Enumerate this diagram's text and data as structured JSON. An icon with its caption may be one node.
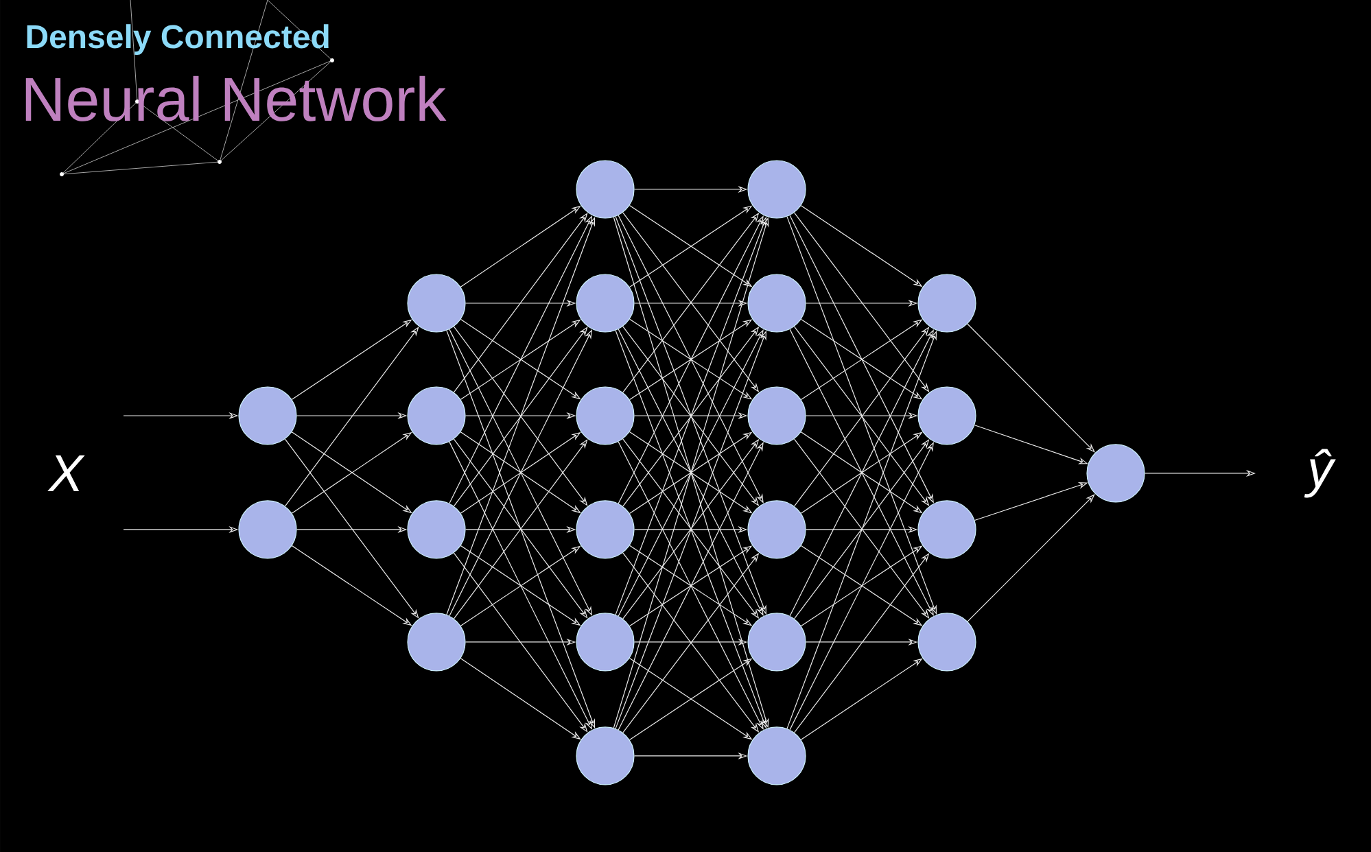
{
  "diagram": {
    "title": "Densely Connected",
    "nodes": [
      {
        "text": [],
        "shape": "circle"
      },
      {
        "text": [],
        "shape": "circle"
      },
      {
        "text": [],
        "shape": "circle"
      },
      {
        "text": [],
        "shape": "circle"
      },
      {
        "text": [],
        "shape": "circle"
      },
      {
        "text": [],
        "shape": "circle"
      },
      {
        "text": [],
        "shape": "circle"
      },
      {
        "text": [],
        "shape": "circle"
      },
      {
        "text": [],
        "shape": "circle"
      },
      {
        "text": [],
        "shape": "circle"
      },
      {
        "text": [],
        "shape": "circle"
      },
      {
        "text": [],
        "shape": "circle"
      },
      {
        "text": [],
        "shape": "circle"
      },
      {
        "text": [],
        "shape": "circle"
      },
      {
        "text": [],
        "shape": "circle"
      },
      {
        "text": [],
        "shape": "circle"
      },
      {
        "text": [],
        "shape": "circle"
      },
      {
        "text": [],
        "shape": "circle"
      },
      {
        "text": [],
        "shape": "circle"
      },
      {
        "text": [],
        "shape": "circle"
      },
      {
        "text": [],
        "shape": "circle"
      },
      {
        "text": [],
        "shape": "circle"
      },
      {
        "text": [],
        "shape": "circle"
      }
    ],
    "edges": [
      {
        "from": null,
        "to": 0,
        "arrow": "to"
      },
      {
        "from": null,
        "to": 1,
        "arrow": "to"
      },
      {
        "from": 0,
        "to": 2,
        "arrow": "to"
      },
      {
        "from": 0,
        "to": 3,
        "arrow": "to"
      },
      {
        "from": 0,
        "to": 4,
        "arrow": "to"
      },
      {
        "from": 0,
        "to": 5,
        "arrow": "to"
      },
      {
        "from": 1,
        "to": 2,
        "arrow": "to"
      },
      {
        "from": 1,
        "to": 3,
        "arrow": "to"
      },
      {
        "from": 1,
        "to": 4,
        "arrow": "to"
      },
      {
        "from": 1,
        "to": 5,
        "arrow": "to"
      },
      {
        "from": 2,
        "to": 6,
        "arrow": "to"
      },
      {
        "from": 2,
        "to": 7,
        "arrow": "to"
      },
      {
        "from": 2,
        "to": 8,
        "arrow": "to"
      },
      {
        "from": 2,
        "to": 9,
        "arrow": "to"
      },
      {
        "from": 2,
        "to": 10,
        "arrow": "to"
      },
      {
        "from": 2,
        "to": 11,
        "arrow": "to"
      },
      {
        "from": 3,
        "to": 6,
        "arrow": "to"
      },
      {
        "from": 3,
        "to": 7,
        "arrow": "to"
      },
      {
        "from": 3,
        "to": 8,
        "arrow": "to"
      },
      {
        "from": 3,
        "to": 9,
        "arrow": "to"
      },
      {
        "from": 3,
        "to": 10,
        "arrow": "to"
      },
      {
        "from": 3,
        "to": 11,
        "arrow": "to"
      },
      {
        "from": 4,
        "to": 6,
        "arrow": "to"
      },
      {
        "from": 4,
        "to": 7,
        "arrow": "to"
      },
      {
        "from": 4,
        "to": 8,
        "arrow": "to"
      },
      {
        "from": 4,
        "to": 9,
        "arrow": "to"
      },
      {
        "from": 4,
        "to": 10,
        "arrow": "to"
      },
      {
        "from": 4,
        "to": 11,
        "arrow": "to"
      },
      {
        "from": 5,
        "to": 6,
        "arrow": "to"
      },
      {
        "from": 5,
        "to": 7,
        "arrow": "to"
      },
      {
        "from": 5,
        "to": 8,
        "arrow": "to"
      },
      {
        "from": 5,
        "to": 9,
        "arrow": "to"
      },
      {
        "from": 5,
        "to": 10,
        "arrow": "to"
      },
      {
        "from": 5,
        "to": 11,
        "arrow": "to"
      },
      {
        "from": 6,
        "to": 12,
        "arrow": "to"
      },
      {
        "from": 6,
        "to": 13,
        "arrow": "to"
      },
      {
        "from": 6,
        "to": 14,
        "arrow": "to"
      },
      {
        "from": 6,
        "to": 15,
        "arrow": "to"
      },
      {
        "from": 6,
        "to": 16,
        "arrow": "to"
      },
      {
        "from": 6,
        "to": 17,
        "arrow": "to"
      },
      {
        "from": 7,
        "to": 12,
        "arrow": "to"
      },
      {
        "from": 7,
        "to": 13,
        "arrow": "to"
      },
      {
        "from": 7,
        "to": 14,
        "arrow": "to"
      },
      {
        "from": 7,
        "to": 15,
        "arrow": "to"
      },
      {
        "from": 7,
        "to": 16,
        "arrow": "to"
      },
      {
        "from": 7,
        "to": 17,
        "arrow": "to"
      },
      {
        "from": 8,
        "to": 12,
        "arrow": "to"
      },
      {
        "from": 8,
        "to": 13,
        "arrow": "to"
      },
      {
        "from": 8,
        "to": 14,
        "arrow": "to"
      },
      {
        "from": 8,
        "to": 15,
        "arrow": "to"
      },
      {
        "from": 8,
        "to": 16,
        "arrow": "to"
      },
      {
        "from": 8,
        "to": 17,
        "arrow": "to"
      },
      {
        "from": 9,
        "to": 12,
        "arrow": "to"
      },
      {
        "from": 9,
        "to": 13,
        "arrow": "to"
      },
      {
        "from": 9,
        "to": 14,
        "arrow": "to"
      },
      {
        "from": 9,
        "to": 15,
        "arrow": "to"
      },
      {
        "from": 9,
        "to": 16,
        "arrow": "to"
      },
      {
        "from": 9,
        "to": 17,
        "arrow": "to"
      },
      {
        "from": 10,
        "to": 12,
        "arrow": "to"
      },
      {
        "from": 10,
        "to": 13,
        "arrow": "to"
      },
      {
        "from": 10,
        "to": 14,
        "arrow": "to"
      },
      {
        "from": 10,
        "to": 15,
        "arrow": "to"
      },
      {
        "from": 10,
        "to": 16,
        "arrow": "to"
      },
      {
        "from": 10,
        "to": 17,
        "arrow": "to"
      },
      {
        "from": 11,
        "to": 12,
        "arrow": "to"
      },
      {
        "from": 11,
        "to": 13,
        "arrow": "to"
      },
      {
        "from": 11,
        "to": 14,
        "arrow": "to"
      },
      {
        "from": 11,
        "to": 15,
        "arrow": "to"
      },
      {
        "from": 11,
        "to": 16,
        "arrow": "to"
      },
      {
        "from": 11,
        "to": 17,
        "arrow": "to"
      },
      {
        "from": 12,
        "to": 18,
        "arrow": "to"
      },
      {
        "from": 12,
        "to": 19,
        "arrow": "to"
      },
      {
        "from": 12,
        "to": 20,
        "arrow": "to"
      },
      {
        "from": 12,
        "to": 21,
        "arrow": "to"
      },
      {
        "from": 13,
        "to": 18,
        "arrow": "to"
      },
      {
        "from": 13,
        "to": 19,
        "arrow": "to"
      },
      {
        "from": 13,
        "to": 20,
        "arrow": "to"
      },
      {
        "from": 13,
        "to": 21,
        "arrow": "to"
      },
      {
        "from": 14,
        "to": 18,
        "arrow": "to"
      },
      {
        "from": 14,
        "to": 19,
        "arrow": "to"
      },
      {
        "from": 14,
        "to": 20,
        "arrow": "to"
      },
      {
        "from": 14,
        "to": 21,
        "arrow": "to"
      },
      {
        "from": 15,
        "to": 18,
        "arrow": "to"
      },
      {
        "from": 15,
        "to": 19,
        "arrow": "to"
      },
      {
        "from": 15,
        "to": 20,
        "arrow": "to"
      },
      {
        "from": 15,
        "to": 21,
        "arrow": "to"
      },
      {
        "from": 16,
        "to": 18,
        "arrow": "to"
      },
      {
        "from": 16,
        "to": 19,
        "arrow": "to"
      },
      {
        "from": 16,
        "to": 20,
        "arrow": "to"
      },
      {
        "from": 16,
        "to": 21,
        "arrow": "to"
      },
      {
        "from": 17,
        "to": 18,
        "arrow": "to"
      },
      {
        "from": 17,
        "to": 19,
        "arrow": "to"
      },
      {
        "from": 17,
        "to": 20,
        "arrow": "to"
      },
      {
        "from": 17,
        "to": 21,
        "arrow": "to"
      },
      {
        "from": 18,
        "to": 22,
        "arrow": "to"
      },
      {
        "from": 19,
        "to": 22,
        "arrow": "to"
      },
      {
        "from": 20,
        "to": 22,
        "arrow": "to"
      },
      {
        "from": 21,
        "to": 22,
        "arrow": "to"
      },
      {
        "from": 22,
        "to": null,
        "arrow": "to"
      }
    ],
    "labels": [
      "Neural Network",
      "X",
      "ŷ"
    ]
  }
}
